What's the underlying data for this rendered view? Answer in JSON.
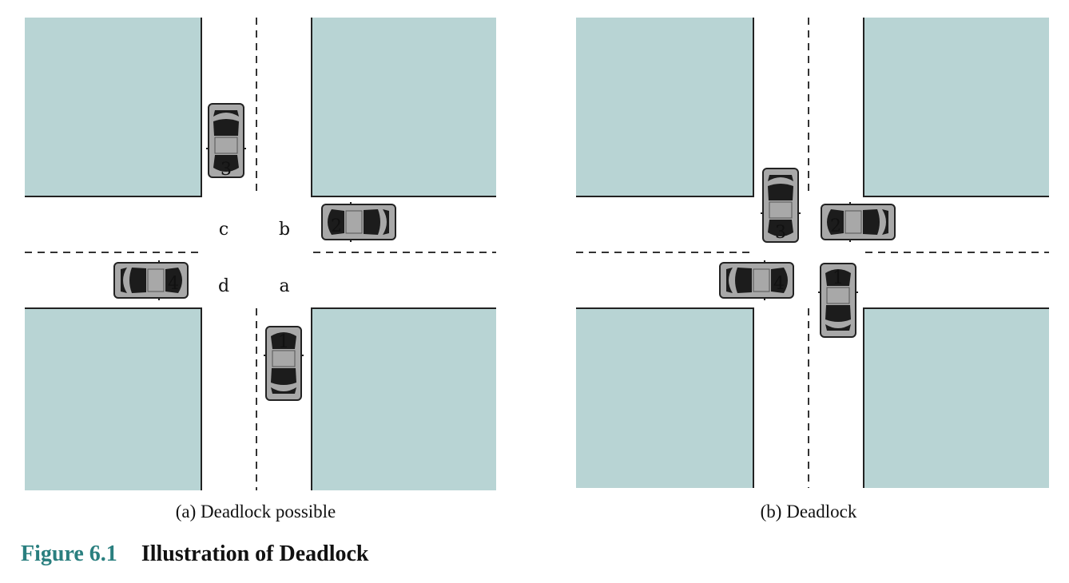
{
  "figure": {
    "number": "Figure 6.1",
    "title": "Illustration of Deadlock"
  },
  "panels": [
    {
      "id": "a",
      "caption": "(a) Deadlock possible",
      "quadrant_labels": [
        "c",
        "b",
        "d",
        "a"
      ],
      "cars": [
        "3",
        "2",
        "4",
        "1"
      ]
    },
    {
      "id": "b",
      "caption": "(b) Deadlock",
      "quadrant_labels": [],
      "cars": [
        "3",
        "2",
        "4",
        "1"
      ]
    }
  ],
  "colors": {
    "block": "#b8d4d4",
    "car_body": "#a8a8a8",
    "car_glass": "#1c1c1c",
    "figure_number": "#2a7f7f"
  }
}
